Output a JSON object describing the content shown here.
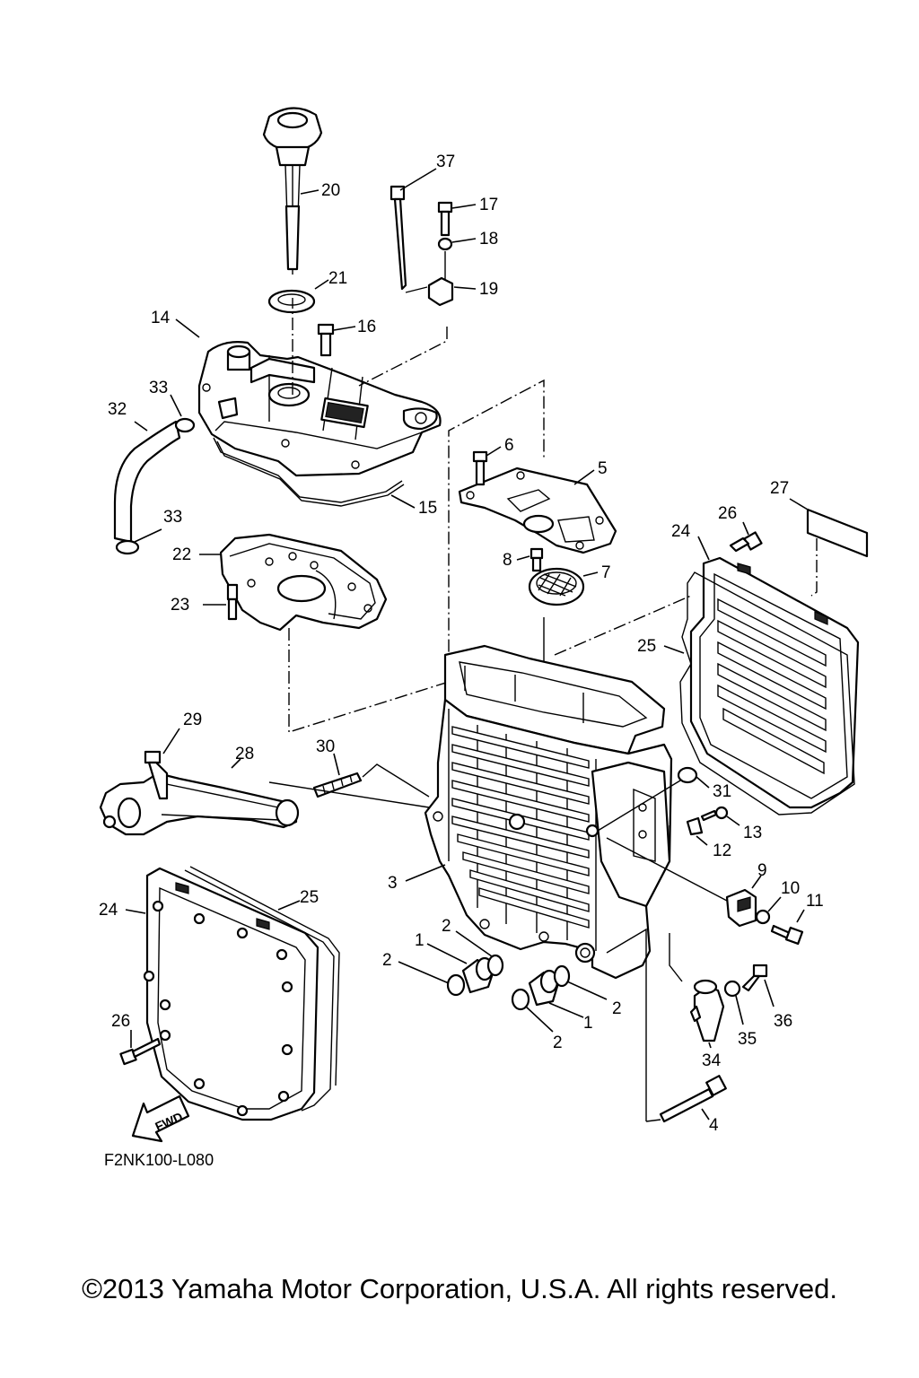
{
  "diagram": {
    "code": "F2NK100-L080",
    "fwd_label": "FWD",
    "callouts": [
      {
        "id": "c37",
        "num": "37"
      },
      {
        "id": "c20",
        "num": "20"
      },
      {
        "id": "c17",
        "num": "17"
      },
      {
        "id": "c18",
        "num": "18"
      },
      {
        "id": "c19",
        "num": "19"
      },
      {
        "id": "c21",
        "num": "21"
      },
      {
        "id": "c14",
        "num": "14"
      },
      {
        "id": "c16",
        "num": "16"
      },
      {
        "id": "c33a",
        "num": "33"
      },
      {
        "id": "c32",
        "num": "32"
      },
      {
        "id": "c15",
        "num": "15"
      },
      {
        "id": "c6",
        "num": "6"
      },
      {
        "id": "c5",
        "num": "5"
      },
      {
        "id": "c33b",
        "num": "33"
      },
      {
        "id": "c22",
        "num": "22"
      },
      {
        "id": "c8",
        "num": "8"
      },
      {
        "id": "c7",
        "num": "7"
      },
      {
        "id": "c27",
        "num": "27"
      },
      {
        "id": "c26a",
        "num": "26"
      },
      {
        "id": "c24a",
        "num": "24"
      },
      {
        "id": "c23",
        "num": "23"
      },
      {
        "id": "c25a",
        "num": "25"
      },
      {
        "id": "c29",
        "num": "29"
      },
      {
        "id": "c28",
        "num": "28"
      },
      {
        "id": "c30",
        "num": "30"
      },
      {
        "id": "c31",
        "num": "31"
      },
      {
        "id": "c13",
        "num": "13"
      },
      {
        "id": "c12",
        "num": "12"
      },
      {
        "id": "c3",
        "num": "3"
      },
      {
        "id": "c9",
        "num": "9"
      },
      {
        "id": "c10",
        "num": "10"
      },
      {
        "id": "c11",
        "num": "11"
      },
      {
        "id": "c25b",
        "num": "25"
      },
      {
        "id": "c24b",
        "num": "24"
      },
      {
        "id": "c2a",
        "num": "2"
      },
      {
        "id": "c1a",
        "num": "1"
      },
      {
        "id": "c2b",
        "num": "2"
      },
      {
        "id": "c2c",
        "num": "2"
      },
      {
        "id": "c1b",
        "num": "1"
      },
      {
        "id": "c2d",
        "num": "2"
      },
      {
        "id": "c36",
        "num": "36"
      },
      {
        "id": "c35",
        "num": "35"
      },
      {
        "id": "c34",
        "num": "34"
      },
      {
        "id": "c26b",
        "num": "26"
      },
      {
        "id": "c4",
        "num": "4"
      }
    ]
  },
  "copyright": "©2013 Yamaha Motor Corporation, U.S.A. All rights reserved."
}
